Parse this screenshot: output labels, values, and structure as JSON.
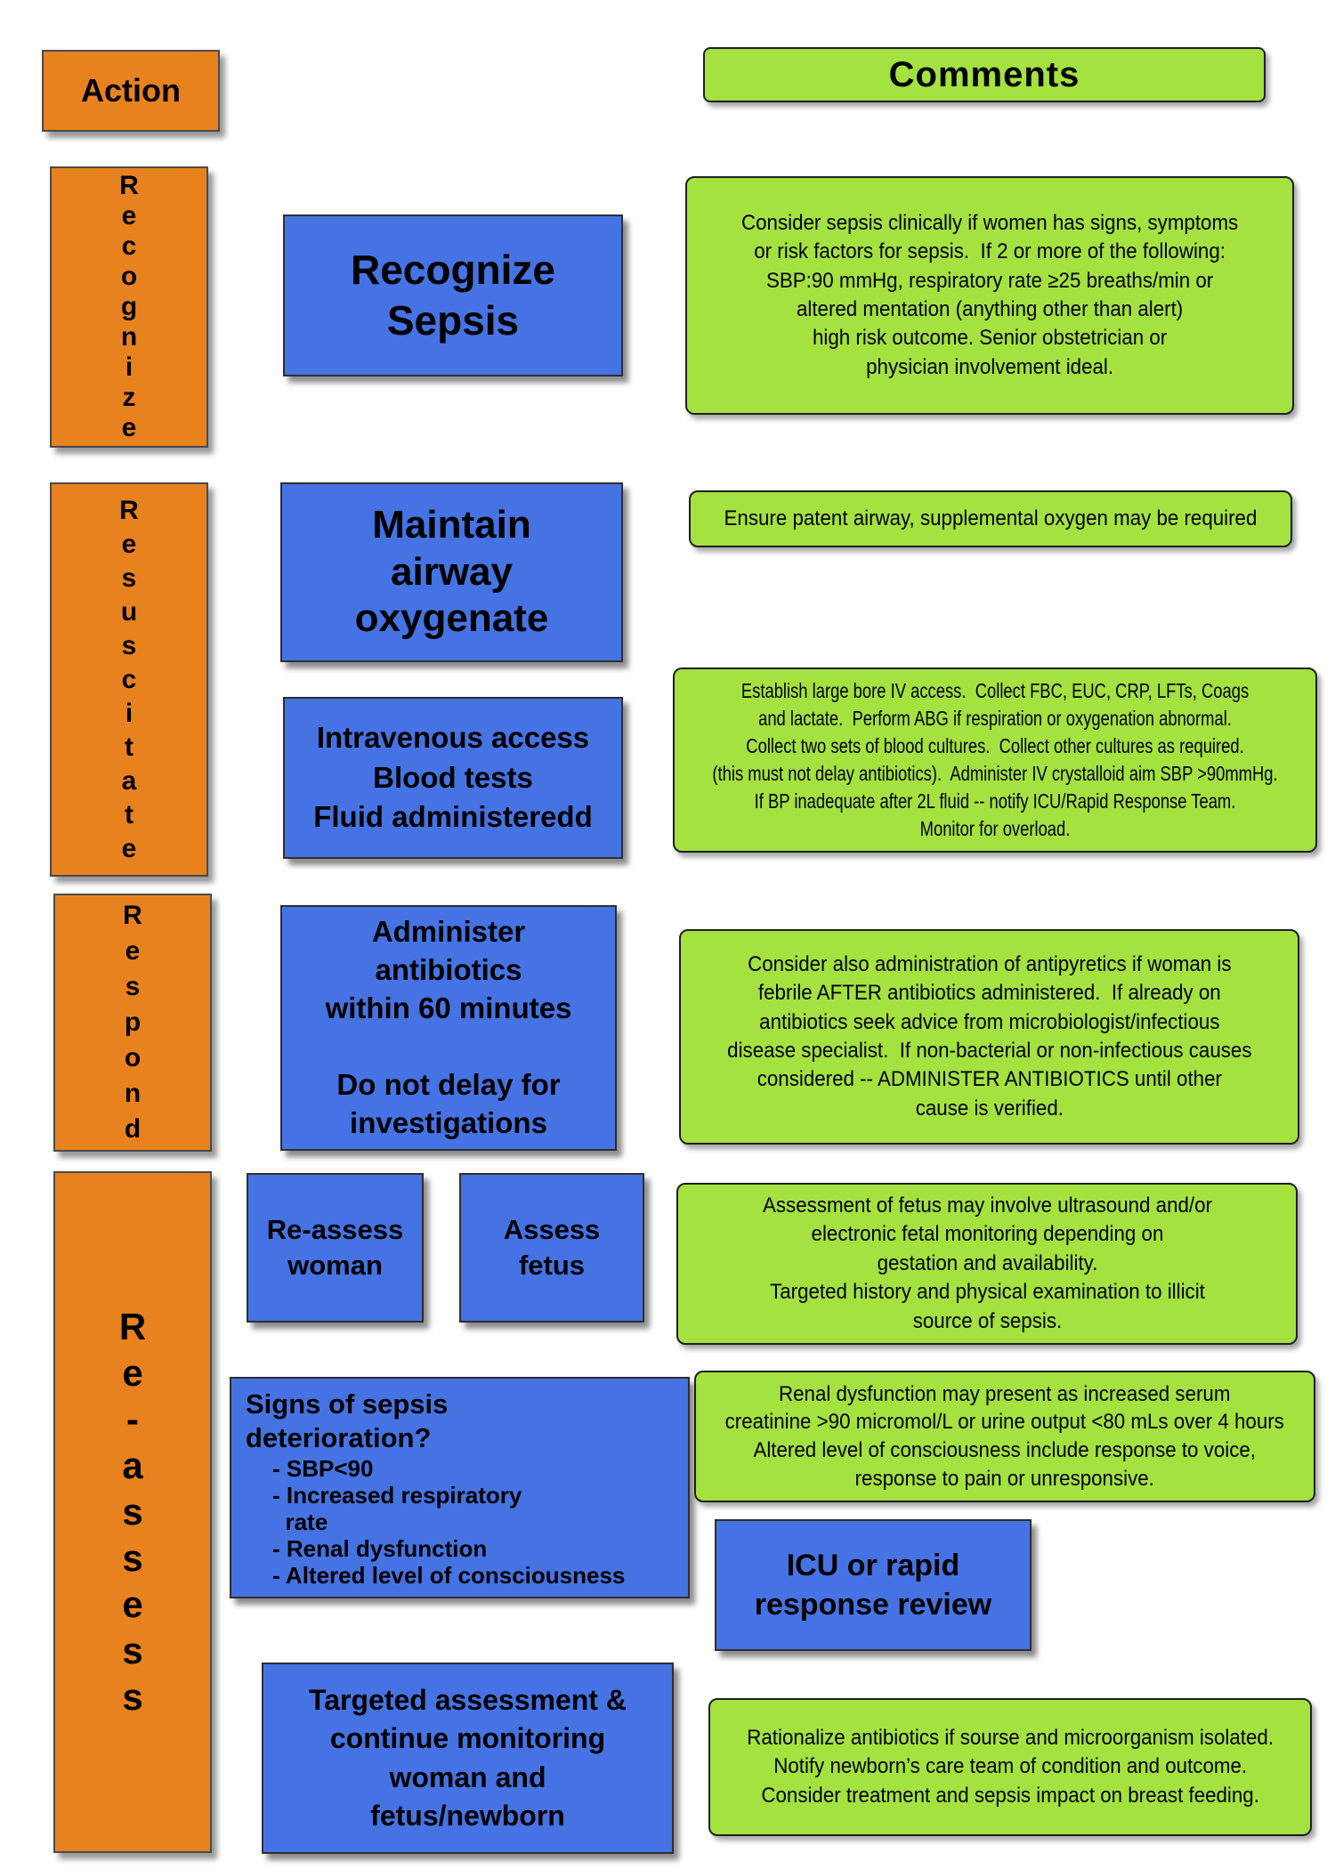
{
  "palette": {
    "orange": "#E8821E",
    "blue": "#4573E3",
    "green": "#A4E23F",
    "border": "#2e2e2e"
  },
  "headers": {
    "action": "Action",
    "comments": "Comments"
  },
  "stages": [
    {
      "label": "Recognize"
    },
    {
      "label": "Resuscitate"
    },
    {
      "label": "Respond"
    },
    {
      "label": "Re-assess"
    }
  ],
  "actions": {
    "recognize_sepsis": "Recognize\nSepsis",
    "maintain_airway": "Maintain\nairway\noxygenate",
    "iv_access": "Intravenous access\nBlood tests\nFluid administeredd",
    "antibiotics": "Administer\nantibiotics\nwithin 60 minutes\n\nDo not delay for\ninvestigations",
    "reassess_woman": "Re-assess\nwoman",
    "assess_fetus": "Assess\nfetus",
    "signs_title": "Signs of sepsis\ndeterioration?",
    "signs_bullets": [
      "- SBP<90",
      "- Increased respiratory\n  rate",
      "- Renal dysfunction",
      "- Altered level of consciousness"
    ],
    "icu_review": "ICU or rapid\nresponse review",
    "targeted": "Targeted assessment &\ncontinue monitoring\nwoman and\nfetus/newborn"
  },
  "comments": {
    "recognize": "Consider sepsis clinically if women has signs, symptoms\nor risk factors for sepsis.  If 2 or more of the following:\nSBP:90 mmHg, respiratory rate ≥25 breaths/min or\naltered mentation (anything other than alert)\nhigh risk outcome. Senior obstetrician or\nphysician involvement ideal.",
    "airway": "Ensure patent airway, supplemental oxygen may be required",
    "iv": "Establish large bore IV access.  Collect FBC, EUC, CRP, LFTs, Coags\nand lactate.  Perform ABG if respiration or oxygenation abnormal.\nCollect two sets of blood cultures.  Collect other cultures as required.\n(this must not delay antibiotics).  Administer IV crystalloid aim SBP >90mmHg.\nIf BP inadequate after 2L fluid -- notify ICU/Rapid Response Team.\nMonitor for overload.",
    "antibiotics": "Consider also administration of antipyretics if woman is\nfebrile AFTER antibiotics administered.  If already on\nantibiotics seek advice from microbiologist/infectious\ndisease specialist.  If non-bacterial or non-infectious causes\nconsidered -- ADMINISTER ANTIBIOTICS until other\ncause is verified.",
    "fetus": "Assessment of fetus may involve ultrasound and/or\nelectronic fetal monitoring depending on\ngestation and availability.\nTargeted history and physical examination to illicit\nsource of sepsis.",
    "renal": "Renal dysfunction may present as increased serum\ncreatinine >90 micromol/L or urine output <80 mLs over 4 hours\nAltered level of consciousness include response to voice,\nresponse to pain or unresponsive.",
    "rationalize": "Rationalize antibiotics if sourse and microorganism isolated.\nNotify newborn’s care team of condition and outcome.\nConsider treatment and sepsis impact on breast feeding."
  }
}
